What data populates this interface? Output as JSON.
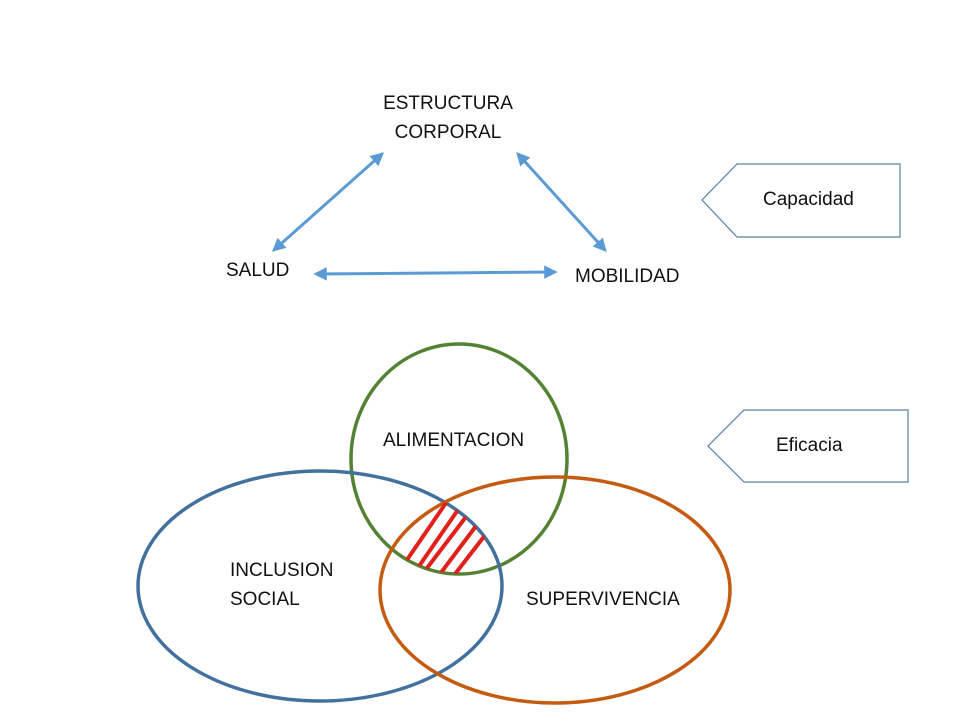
{
  "triangle": {
    "top_label": [
      "ESTRUCTURA",
      "CORPORAL"
    ],
    "left_label": "SALUD",
    "right_label": "MOBILIDAD",
    "arrow_color": "#5b9bd5"
  },
  "venn": {
    "top_circle": {
      "label": "ALIMENTACION",
      "color": "#548235"
    },
    "left_circle": {
      "label": [
        "INCLUSION",
        "SOCIAL"
      ],
      "color": "#41719c"
    },
    "right_circle": {
      "label": "SUPERVIVENCIA",
      "color": "#c55a11"
    },
    "intersection_hatch_color": "#e0201b"
  },
  "side_tags": {
    "upper": "Capacidad",
    "lower": "Eficacia",
    "border_color": "#5b7fa8"
  }
}
